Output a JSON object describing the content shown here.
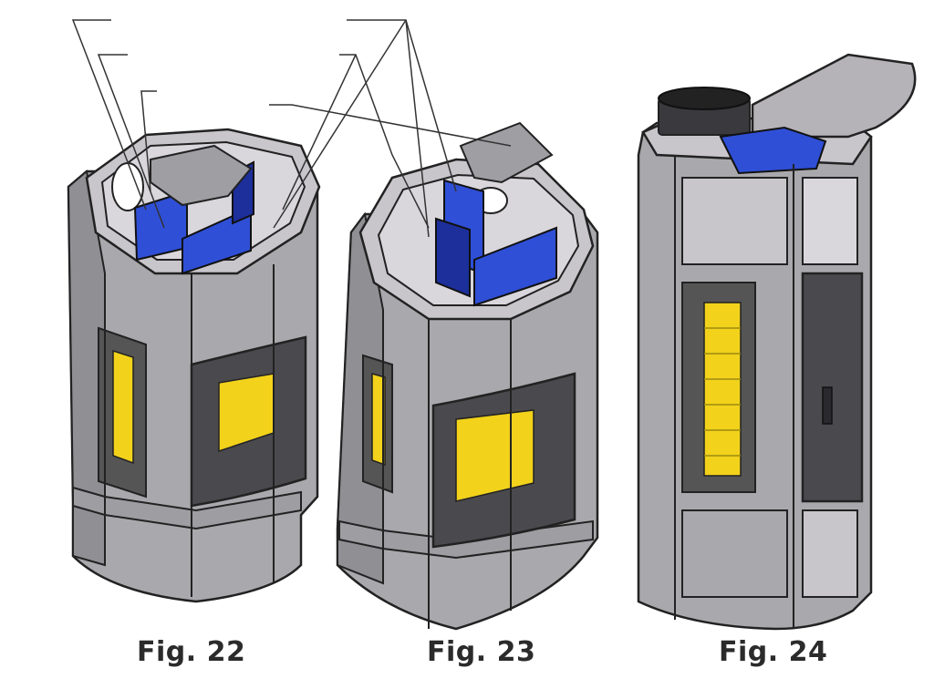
{
  "figures": [
    {
      "caption": "Fig. 22"
    },
    {
      "caption": "Fig. 23"
    },
    {
      "caption": "Fig. 24"
    }
  ],
  "colors": {
    "panel": "#a9a9ad",
    "panel_light": "#c8c6cb",
    "panel_dark": "#6f6f74",
    "outline": "#222222",
    "liner": "#2f4fd6",
    "liner_dark": "#1c2f9a",
    "fire": "#f2d21b",
    "fire_dark": "#9c8a10",
    "leader": "#333333"
  }
}
